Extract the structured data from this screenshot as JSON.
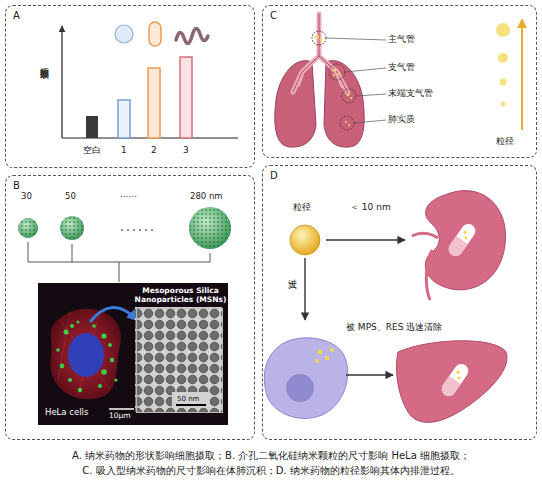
{
  "diagram": {
    "caption": "A. 纳米药物的形状影响细胞摄取；B. 介孔二氧化硅纳米颗粒的尺寸影响 HeLa 细胞摄取； C. 吸入型纳米药物的尺寸影响在体肺沉积；D. 纳米药物的粒径影响其体内排泄过程。",
    "nodes": [
      {
        "text": [
          "A"
        ]
      },
      {
        "text": [
          "C"
        ]
      },
      {
        "text": [
          "B"
        ]
      },
      {
        "text": [
          "HeLa cells",
          "10μm"
        ],
        "in": 2
      },
      {
        "text": [
          "Mesoporous Silica Nanoparticles (MSNs)",
          "50 nm"
        ],
        "in": 3
      },
      {
        "text": [
          "D"
        ]
      }
    ],
    "labels": [
      "细胞摄取",
      "空白",
      "1",
      "2",
      "3",
      "主气管",
      "支气管",
      "末端支气管",
      "肺实质",
      "粒径",
      "30",
      "50",
      "……",
      "280 nm",
      "粒径",
      "＜ 10 nm",
      "过大",
      "被 MPS、RES 迅速清除"
    ]
  }
}
